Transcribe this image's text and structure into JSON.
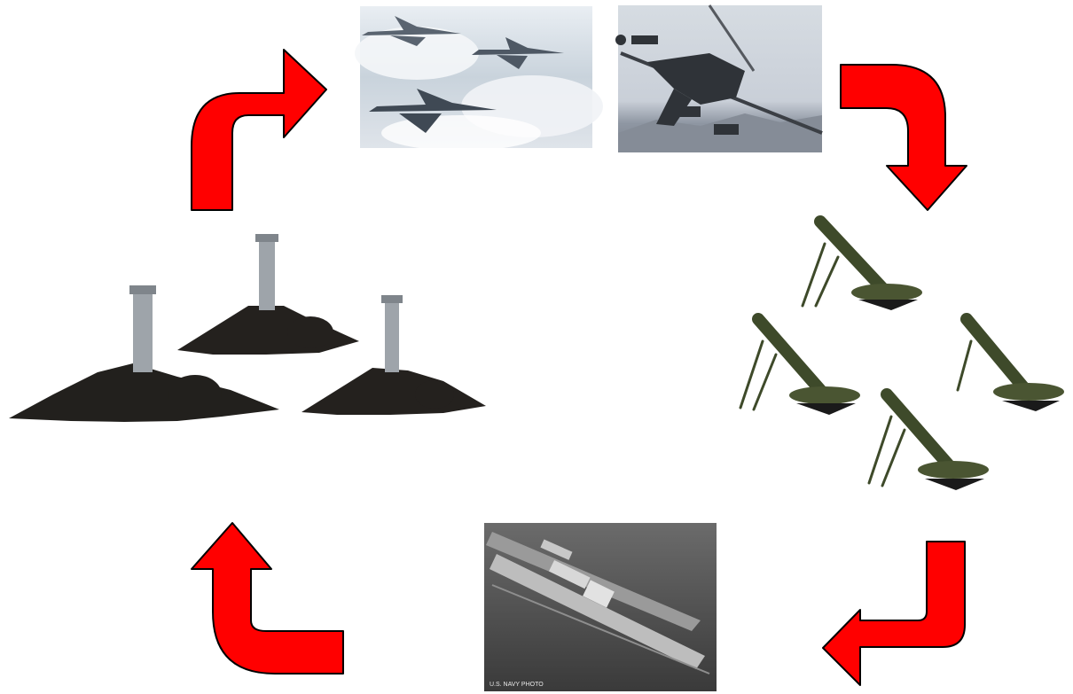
{
  "diagram": {
    "cycle": [
      {
        "id": "jets",
        "icon": "fighter-jets-photo"
      },
      {
        "id": "helicopter",
        "icon": "attack-helicopter-photo"
      },
      {
        "id": "mortars",
        "icon": "mortars-image"
      },
      {
        "id": "warships",
        "icon": "warships-photo"
      },
      {
        "id": "howitzers",
        "icon": "howitzers-image"
      }
    ],
    "arrow_color": "#ff0000",
    "arrow_outline": "#000000"
  },
  "captions": {
    "warship_photo_credit": "U.S. NAVY PHOTO"
  }
}
